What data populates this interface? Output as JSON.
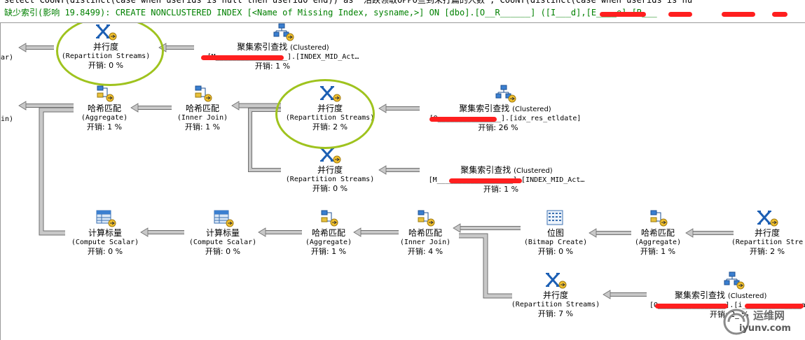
{
  "header": {
    "sql_line": "select COUNT(distinct(case when userids is null then userid0 end)) as '沿跌领取OPPO些到未打篇的人数', COUNT(distinct(case when userids is nu",
    "missing_index_prefix": "缺少索引(影响 19.8499): ",
    "missing_index_statement": "CREATE NONCLUSTERED INDEX [<Name of Missing Index, sysname,>] ON [dbo].[O__R______] ([I___d],[E____e],[R___"
  },
  "nodes": {
    "n1": {
      "name": "并行度",
      "sub": "(Repartition Streams)",
      "cost": "开销: 0 %"
    },
    "n2": {
      "name": "聚集索引查找",
      "sub2": "(Clustered)",
      "detail": "[M_________________].[INDEX_MID_Act…",
      "cost": "开销: 1 %"
    },
    "n3": {
      "name": "哈希匹配",
      "sub": "(Aggregate)",
      "cost": "开销: 1 %"
    },
    "n4": {
      "name": "哈希匹配",
      "sub": "(Inner Join)",
      "cost": "开销: 1 %"
    },
    "n5": {
      "name": "并行度",
      "sub": "(Repartition Streams)",
      "cost": "开销: 2 %"
    },
    "n6": {
      "name": "聚集索引查找",
      "sub2": "(Clustered)",
      "detail": "[O_______________].[idx_res_etldate]",
      "cost": "开销: 26 %"
    },
    "n7": {
      "name": "并行度",
      "sub": "(Repartition Streams)",
      "cost": "开销: 0 %"
    },
    "n8": {
      "name": "聚集索引查找",
      "sub2": "(Clustered)",
      "detail": "[M__________________].[INDEX_MID_Act…",
      "cost": "开销: 1 %"
    },
    "n9": {
      "name": "计算标量",
      "sub": "(Compute Scalar)",
      "cost": "开销: 0 %"
    },
    "n10": {
      "name": "计算标量",
      "sub": "(Compute Scalar)",
      "cost": "开销: 0 %"
    },
    "n11": {
      "name": "哈希匹配",
      "sub": "(Aggregate)",
      "cost": "开销: 1 %"
    },
    "n12": {
      "name": "哈希匹配",
      "sub": "(Inner Join)",
      "cost": "开销: 4 %"
    },
    "n13": {
      "name": "位图",
      "sub": "(Bitmap Create)",
      "cost": "开销: 0 %"
    },
    "n14": {
      "name": "哈希匹配",
      "sub": "(Aggregate)",
      "cost": "开销: 1 %"
    },
    "n15": {
      "name": "并行度",
      "sub": "(Repartition Stre",
      "cost": "开销: 2 %"
    },
    "n16": {
      "name": "并行度",
      "sub": "(Repartition Streams)",
      "cost": "开销: 7 %"
    },
    "n17": {
      "name": "聚集索引查找",
      "sub2": "(Clustered)",
      "detail": "[O________________].[i______________ate",
      "cost": "开销: 2_ %"
    }
  },
  "partial": {
    "left_top": "ar)",
    "left_mid": "in)"
  },
  "watermark": {
    "cn": "运维网",
    "url": "iyunv.com"
  },
  "colors": {
    "connector_fill": "#c8c8c8",
    "connector_stroke": "#6e6e6e",
    "highlight": "#9fc31e",
    "redaction": "#ff1f1f",
    "missing_index_text": "#008000"
  }
}
